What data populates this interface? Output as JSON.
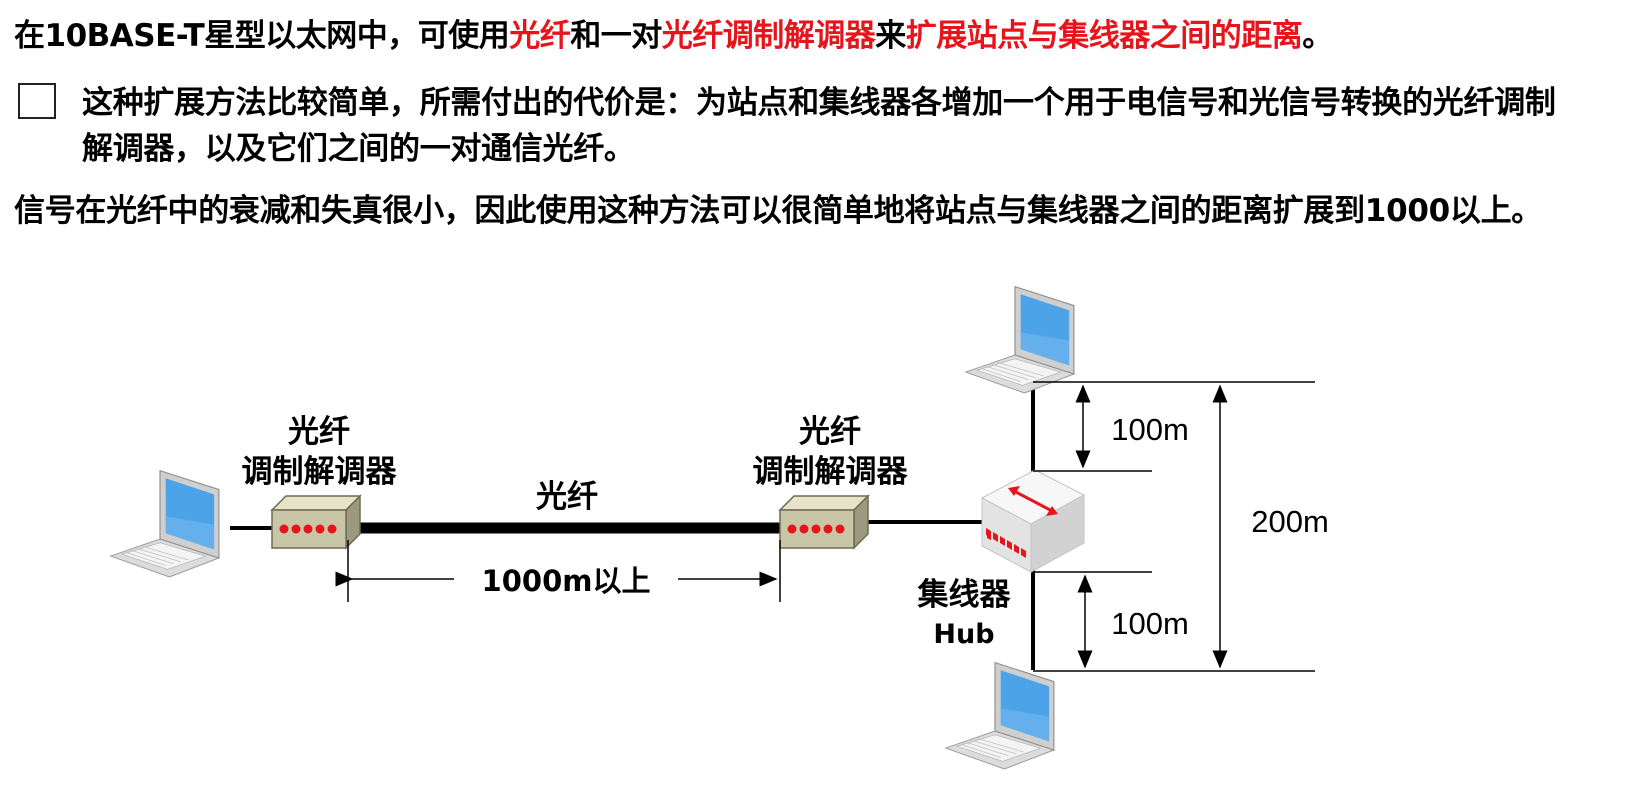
{
  "line1": {
    "p1": "在10BASE-T星型以太网中，可使用",
    "r1": "光纤",
    "p2": "和一对",
    "r2": "光纤调制解调器",
    "p3": "来",
    "r3": "扩展站点与集线器之间的距离",
    "p4": "。"
  },
  "para2": "这种扩展方法比较简单，所需付出的代价是：为站点和集线器各增加一个用于电信号和光信号转换的光纤调制解调器，以及它们之间的一对通信光纤。",
  "para3": "信号在光纤中的衰减和失真很小，因此使用这种方法可以很简单地将站点与集线器之间的距离扩展到1000以上。",
  "diagram": {
    "modem_left": {
      "line1": "光纤",
      "line2": "调制解调器"
    },
    "modem_right": {
      "line1": "光纤",
      "line2": "调制解调器"
    },
    "fiber_label": "光纤",
    "fiber_distance": "1000m以上",
    "hub_label": {
      "line1": "集线器",
      "line2": "Hub"
    },
    "dist_top": "100m",
    "dist_bottom": "100m",
    "dist_total": "200m"
  },
  "colors": {
    "highlight": "#e8141c",
    "laptop_screen": "#4da3e8",
    "modem_body": "#c9c6a8",
    "modem_led": "#e8141c"
  },
  "icons": [
    "laptop-icon",
    "fiber-modem-icon",
    "hub-icon",
    "checkbox-icon"
  ]
}
